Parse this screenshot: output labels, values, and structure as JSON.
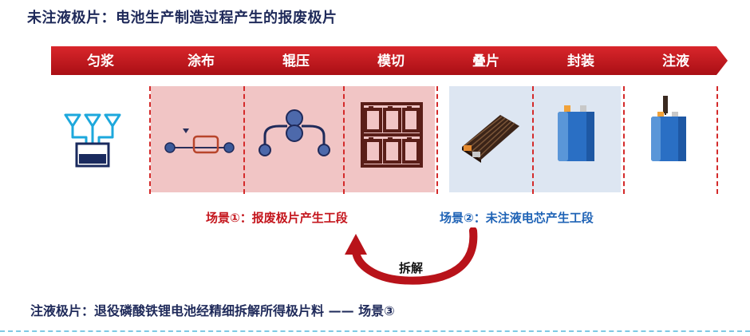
{
  "heading": "未注液极片：电池生产制造过程产生的报废极片",
  "process_steps": [
    "匀浆",
    "涂布",
    "辊压",
    "模切",
    "叠片",
    "封装",
    "注液"
  ],
  "scene1_label": "场景①：报废极片产生工段",
  "scene2_label": "场景②：未注液电芯产生工段",
  "disassemble_label": "拆解",
  "footer_text": "注液极片：退役磷酸铁锂电池经精细拆解所得极片料 —— 场景③",
  "colors": {
    "arrow_red": "#c4151c",
    "scene1_red": "#c4151c",
    "scene2_blue": "#1f63b6",
    "heading_navy": "#1f2a5a"
  }
}
